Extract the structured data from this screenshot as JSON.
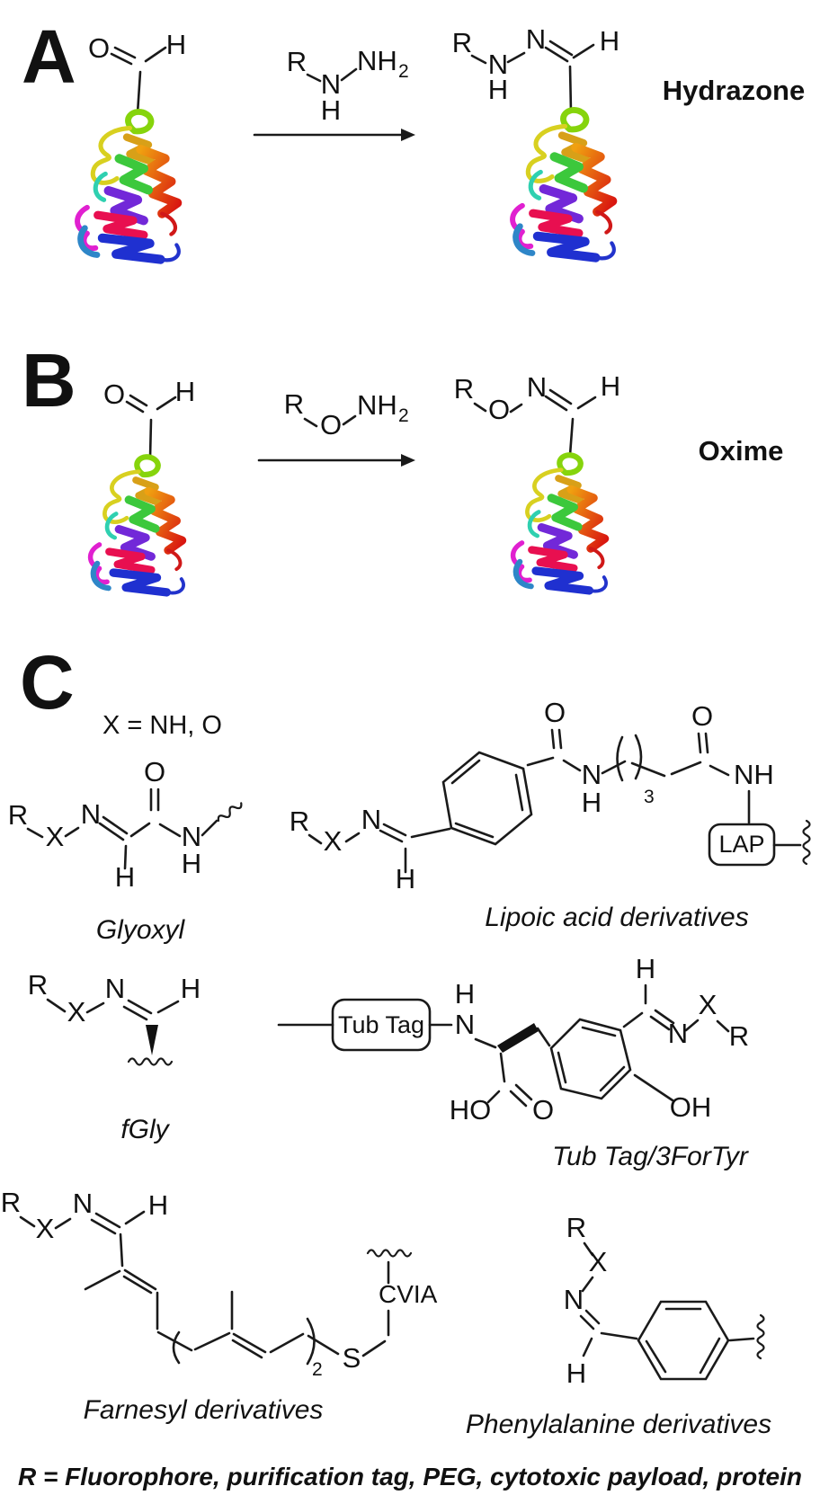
{
  "atoms": {
    "R": "R",
    "X": "X",
    "N": "N",
    "H": "H",
    "O": "O",
    "S": "S",
    "NH": "NH",
    "HO": "HO",
    "OH": "OH",
    "sub_two": "2",
    "sub_three": "3"
  },
  "panels": {
    "a": {
      "label": "A",
      "product_name": "Hydrazone"
    },
    "b": {
      "label": "B",
      "product_name": "Oxime"
    },
    "c": {
      "label": "C",
      "x_definition": "X = NH, O",
      "structure_names": {
        "glyoxyl": "Glyoxyl",
        "lipoic": "Lipoic acid derivatives",
        "fgly": "fGly",
        "tubtag": "Tub Tag/3ForTyr",
        "farnesyl": "Farnesyl derivatives",
        "phenylalanine": "Phenylalanine derivatives"
      },
      "tags": {
        "lap": "LAP",
        "tub_tag": "Tub Tag",
        "cvia": "CVIA"
      }
    }
  },
  "footer": {
    "r_definition": "R = Fluorophore, purification tag, PEG, cytotoxic payload, protein"
  },
  "colors": {
    "product_label": "#ff0000",
    "bond": "#1a1a1a",
    "protein_palette": [
      "#8fd414",
      "#d8d020",
      "#f0a010",
      "#d01010",
      "#3cc83c",
      "#2fd0b0",
      "#7228d8",
      "#e80f50",
      "#e020d0",
      "#1f30d0",
      "#2e86c8"
    ]
  }
}
